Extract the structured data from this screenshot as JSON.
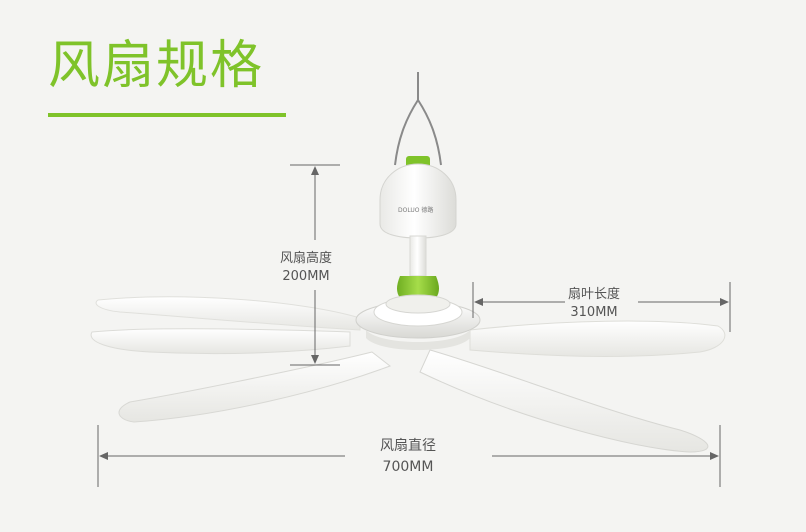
{
  "title": "风扇规格",
  "accent_color": "#7fc32a",
  "specs": {
    "height": {
      "name": "风扇高度",
      "value": "200MM"
    },
    "blade_length": {
      "name": "扇叶长度",
      "value": "310MM"
    },
    "diameter": {
      "name": "风扇直径",
      "value": "700MM"
    }
  },
  "product": {
    "brand_text": "DOLUO 德路"
  }
}
